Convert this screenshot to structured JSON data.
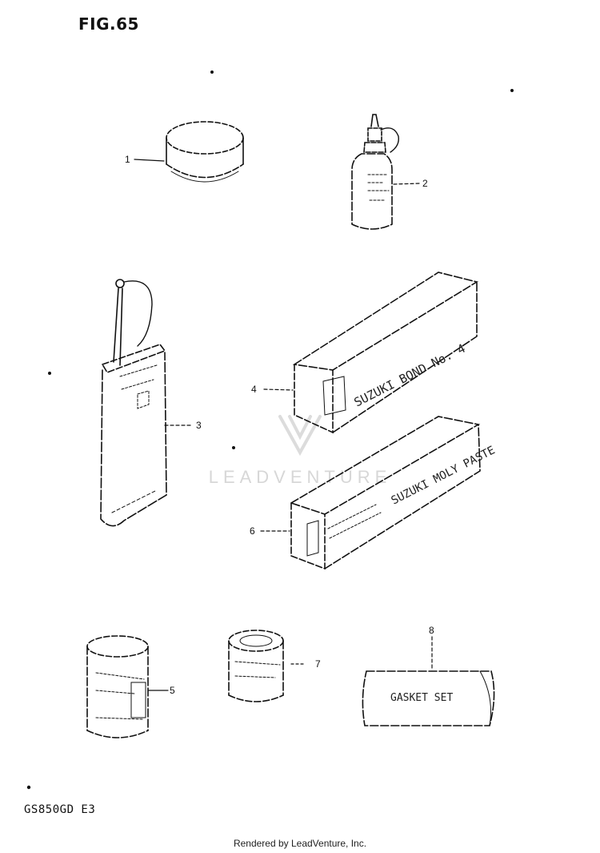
{
  "figure": {
    "title": "FIG.65"
  },
  "model": {
    "code": "GS850GD  E3"
  },
  "footer": {
    "text": "Rendered by LeadVenture, Inc."
  },
  "watermark": {
    "text": "LEADVENTURE"
  },
  "callouts": [
    "1",
    "2",
    "3",
    "4",
    "5",
    "6",
    "7",
    "8"
  ],
  "package_labels": {
    "gasket_set": "GASKET SET",
    "bond_no4": "SUZUKI BOND No. 4",
    "moly_paste": "SUZUKI MOLY PASTE"
  },
  "colors": {
    "ink": "#111111",
    "watermark": "#d7d7d7"
  }
}
